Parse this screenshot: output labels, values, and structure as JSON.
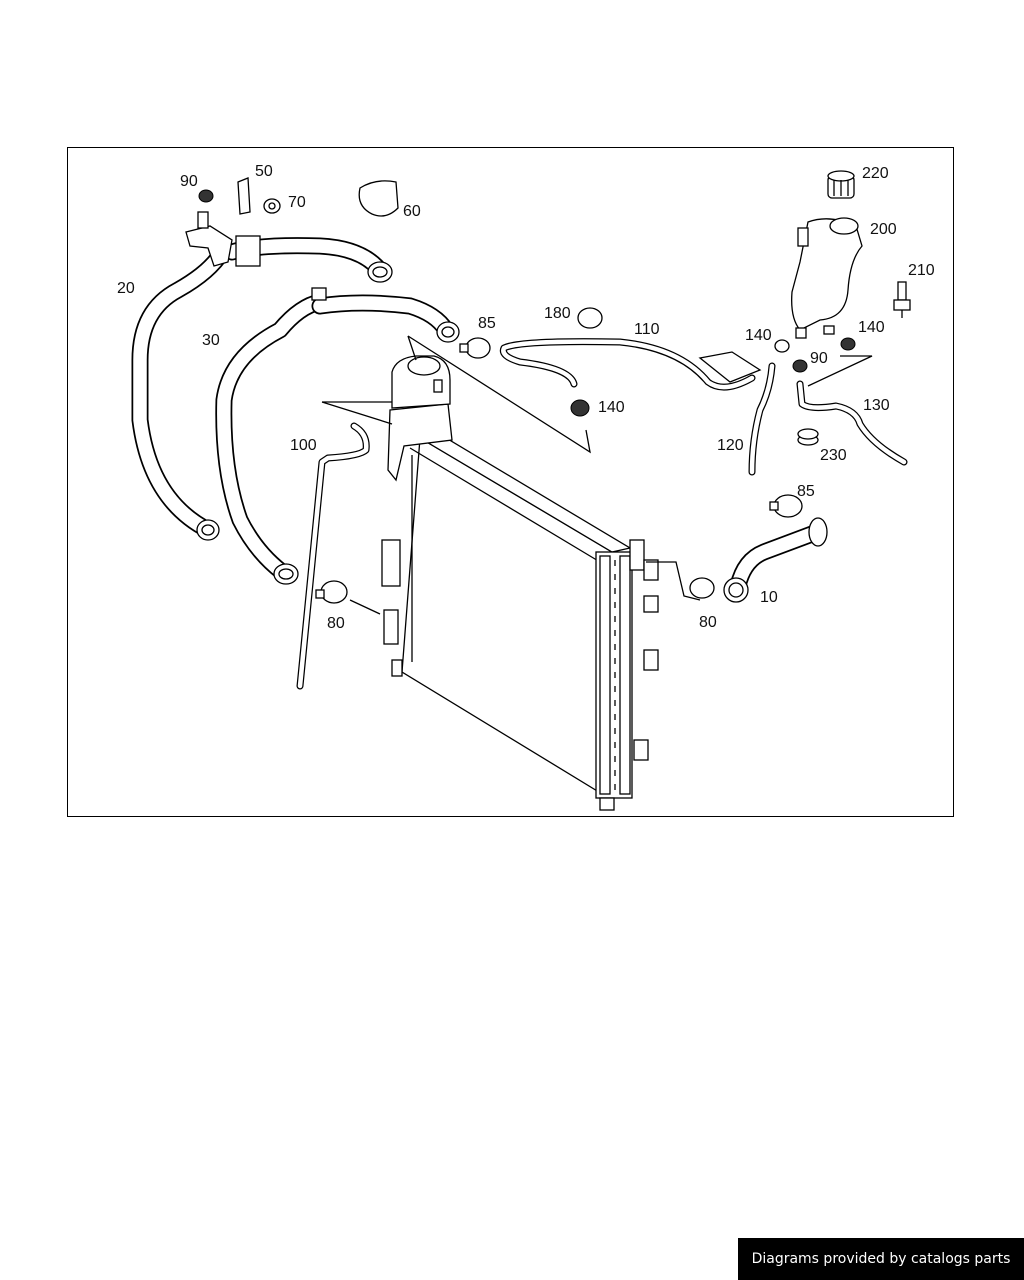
{
  "diagram": {
    "labels": {
      "p10": "10",
      "p20": "20",
      "p30": "30",
      "p50": "50",
      "p60": "60",
      "p70": "70",
      "p80a": "80",
      "p80b": "80",
      "p85a": "85",
      "p85b": "85",
      "p90a": "90",
      "p90b": "90",
      "p100": "100",
      "p110": "110",
      "p120": "120",
      "p130": "130",
      "p140a": "140",
      "p140b": "140",
      "p140c": "140",
      "p180": "180",
      "p200": "200",
      "p210": "210",
      "p220": "220",
      "p230": "230"
    }
  },
  "footer": {
    "credit": "Diagrams provided by catalogs parts"
  }
}
